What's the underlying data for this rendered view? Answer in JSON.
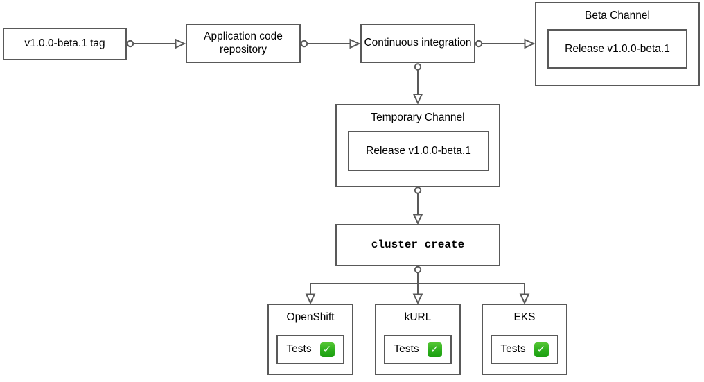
{
  "diagram": {
    "nodes": {
      "version_tag": {
        "label": "v1.0.0-beta.1 tag"
      },
      "app_repo": {
        "label": "Application code repository"
      },
      "ci": {
        "label": "Continuous integration"
      },
      "beta_channel": {
        "title": "Beta Channel",
        "release_label": "Release v1.0.0-beta.1"
      },
      "temp_channel": {
        "title": "Temporary Channel",
        "release_label": "Release v1.0.0-beta.1"
      },
      "cluster_create": {
        "label": "cluster create"
      }
    },
    "clusters": [
      {
        "title": "OpenShift",
        "tests_label": "Tests",
        "status": "passed",
        "status_icon": "check-mark-button",
        "check_glyph": "✓"
      },
      {
        "title": "kURL",
        "tests_label": "Tests",
        "status": "passed",
        "status_icon": "check-mark-button",
        "check_glyph": "✓"
      },
      {
        "title": "EKS",
        "tests_label": "Tests",
        "status": "passed",
        "status_icon": "check-mark-button",
        "check_glyph": "✓"
      }
    ],
    "colors": {
      "stroke": "#595959",
      "text": "#000000",
      "background": "#ffffff",
      "check_green_top": "#55c634",
      "check_green_bottom": "#1b9e10",
      "check_mark": "#ffffff"
    }
  }
}
